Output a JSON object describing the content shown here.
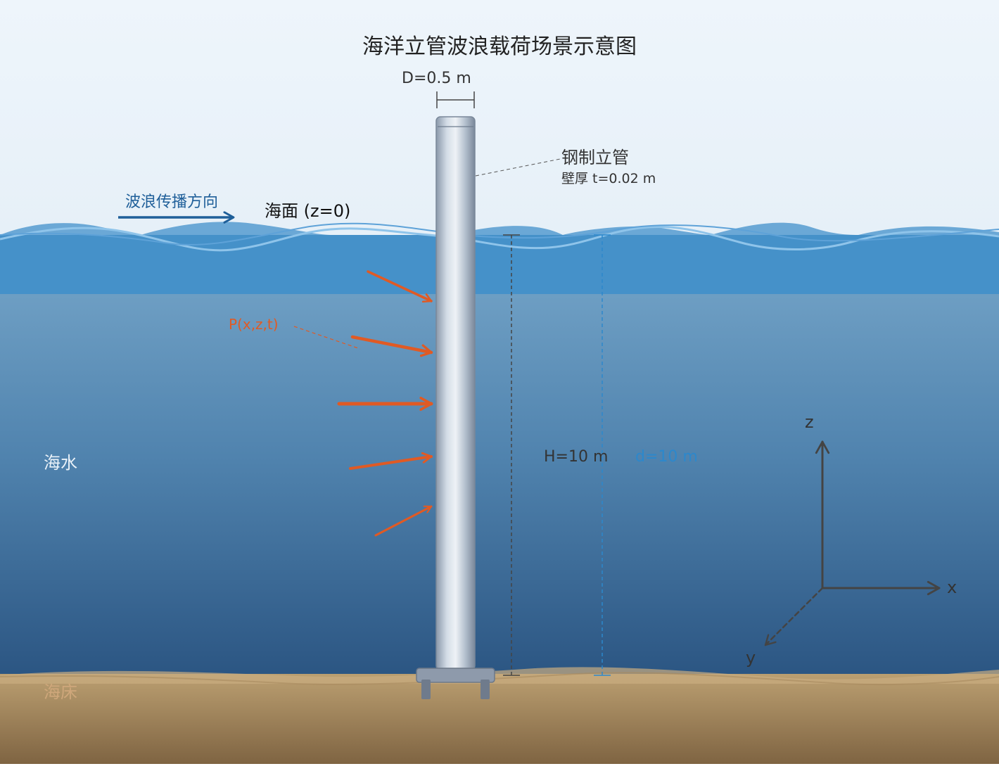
{
  "diagram": {
    "title": "海洋立管波浪载荷场景示意图",
    "riser": {
      "diameter_label": "D=0.5 m",
      "name": "钢制立管",
      "wall_label": "壁厚 t=0.02 m"
    },
    "wave_direction_label": "波浪传播方向",
    "sea_surface_label": "海面 (z=0)",
    "pressure_label": "P(x,z,t)",
    "height_label": "H=10 m",
    "depth_label": "d=10 m",
    "seawater_label": "海水",
    "seabed_label": "海床",
    "axes": {
      "z": "z",
      "x": "x",
      "y": "y"
    },
    "colors": {
      "sky": "#eaf3fa",
      "water_top": "#4591c9",
      "water_bottom": "#2b5582",
      "seabed": "#b59a6d",
      "pressure_arrows": "#e05a24",
      "wave_direction": "#1f5f99",
      "riser": "#c6d0dc"
    }
  }
}
